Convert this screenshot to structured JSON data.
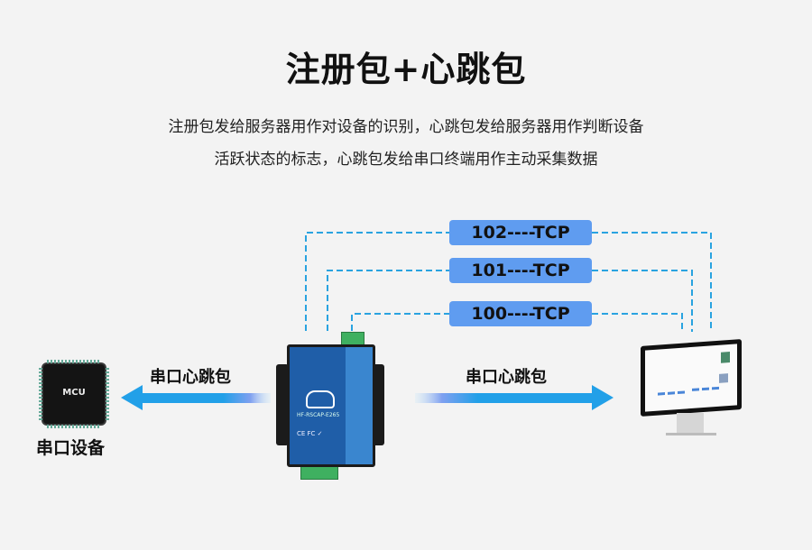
{
  "title": "注册包+心跳包",
  "description": {
    "line1": "注册包发给服务器用作对设备的识别，心跳包发给服务器用作判断设备",
    "line2": "活跃状态的标志，心跳包发给串口终端用作主动采集数据"
  },
  "connections": [
    {
      "label": "102----TCP"
    },
    {
      "label": "101----TCP"
    },
    {
      "label": "100----TCP"
    }
  ],
  "left_arrow_label": "串口心跳包",
  "right_arrow_label": "串口心跳包",
  "mcu": {
    "chip_label": "MCU",
    "caption": "串口设备"
  },
  "device": {
    "model": "HF-RSCAP-E265",
    "certs": "CE FC ✓"
  },
  "colors": {
    "dash": "#29a3e0",
    "tag": "#5f9cf0",
    "arrow": "#22a0e8"
  },
  "icons": [
    "mcu-chip-icon",
    "serial-server-device-icon",
    "monitor-server-icon"
  ]
}
